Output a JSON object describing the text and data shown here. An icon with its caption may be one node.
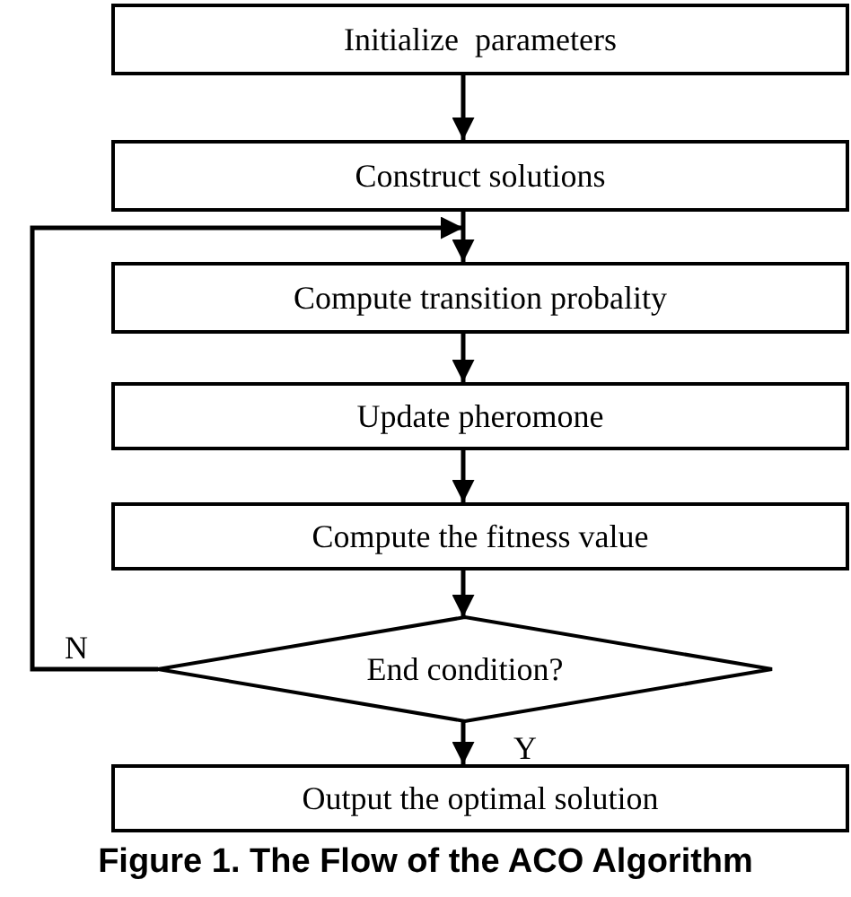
{
  "diagram": {
    "caption": "Figure 1. The Flow of the ACO Algorithm",
    "nodes": [
      {
        "text": [
          "Initialize  parameters"
        ]
      },
      {
        "text": [
          "Construct solutions"
        ]
      },
      {
        "text": [
          "Compute transition probality"
        ]
      },
      {
        "text": [
          "Update pheromone"
        ]
      },
      {
        "text": [
          "Compute the fitness value"
        ]
      },
      {
        "text": [
          "End condition?"
        ]
      },
      {
        "text": [
          "Output the optimal solution"
        ]
      }
    ],
    "edges": [
      {
        "from": 0,
        "to": 1,
        "arrow": "to"
      },
      {
        "from": 1,
        "to": 2,
        "arrow": "to"
      },
      {
        "from": 2,
        "to": 3,
        "arrow": "to"
      },
      {
        "from": 3,
        "to": 4,
        "arrow": "to"
      },
      {
        "from": 4,
        "to": 5,
        "arrow": "to"
      },
      {
        "from": 5,
        "to": 6,
        "arrow": "to",
        "label": "Y"
      },
      {
        "from": 5,
        "to": 2,
        "arrow": "to",
        "label": "N"
      }
    ]
  }
}
